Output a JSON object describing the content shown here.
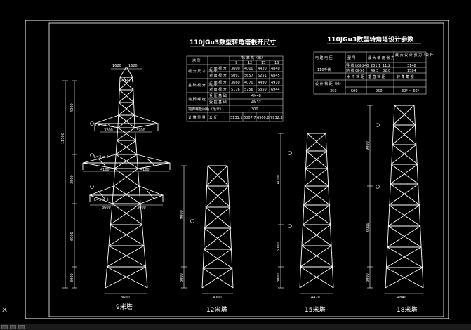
{
  "drawing": {
    "tower_captions": [
      "9米塔",
      "12米塔",
      "15米塔",
      "18米塔"
    ],
    "dims_9m": {
      "top_width_parts": [
        "1620",
        "1620"
      ],
      "crossarm_lengths": [
        "3200",
        "3200",
        "4100",
        "4100",
        "3600",
        "3600"
      ],
      "base_width": "3600",
      "heights": [
        "4000",
        "3500",
        "6000",
        "3000"
      ],
      "total_height": "11500",
      "arm_labels": [
        "L=3 × 5",
        "L=3 × 5",
        "L=3 × 5",
        "L=3 × 5"
      ]
    },
    "dims_12m": {
      "heights": [
        "9000",
        "3000"
      ],
      "base_width": "4000"
    },
    "dims_15m": {
      "heights": [
        "6000",
        "6000",
        "3000"
      ],
      "base_width": "4420"
    },
    "dims_18m": {
      "heights": [
        "9000",
        "6000",
        "3000"
      ],
      "base_width": "4840"
    }
  },
  "foundation_table": {
    "title": "110JGu3数型转角塔根开尺寸",
    "header": [
      "塔 型",
      "",
      "标 准 高（米）"
    ],
    "heights": [
      "9",
      "12",
      "15",
      "18"
    ],
    "rows": [
      {
        "group": "根 开 尺 寸（毫 米）",
        "sub": "正 面 根 开",
        "values": [
          "3600",
          "4000",
          "4420",
          "4840"
        ]
      },
      {
        "group": "",
        "sub": "对 角 根 开",
        "values": [
          "5091",
          "5657",
          "6251",
          "6845"
        ]
      },
      {
        "group": "基 础 根 开（毫 米）",
        "sub": "正 面 根 开",
        "values": [
          "3660",
          "4070",
          "4490",
          "4910"
        ]
      },
      {
        "group": "",
        "sub": "对 角 根 开",
        "values": [
          "5176",
          "5756",
          "6350",
          "6944"
        ]
      },
      {
        "group": "地 脚 螺 栓",
        "sub": "受 压 基 础",
        "span": "4M48"
      },
      {
        "group": "",
        "sub": "受 拉 基 础",
        "span": "4M32"
      },
      {
        "group": "地脚螺栓间距（毫米）",
        "sub": "",
        "span": "300"
      },
      {
        "group": "计 算 重 量（公 斤）",
        "sub": "",
        "values": [
          "5131.1",
          "6007.7",
          "6900.8",
          "7932.3"
        ]
      }
    ]
  },
  "design_table": {
    "title": "110JGu3数型转角塔设计参数",
    "header": [
      "电 路 电 压",
      "型 号",
      "最 大 使 用 张 力",
      "最 大 设 计 张 力（公 斤）"
    ],
    "rows": [
      [
        "110千伏",
        "导 线 LGJ-240",
        "281.1",
        "11.2",
        "3148"
      ],
      [
        "",
        "地 线 GJ-50",
        "49.3",
        "32.0",
        "1584"
      ]
    ],
    "design_row": [
      "设 计 档 距（米）",
      "水 平 档 距",
      "垂 直 档 距",
      "转 角 角 度"
    ],
    "design_values": [
      "350",
      "500",
      "250",
      "30° ~ 60°"
    ]
  },
  "colors": {
    "bg": "#000000",
    "line": "#ffffff",
    "frame": "#ffffff"
  }
}
